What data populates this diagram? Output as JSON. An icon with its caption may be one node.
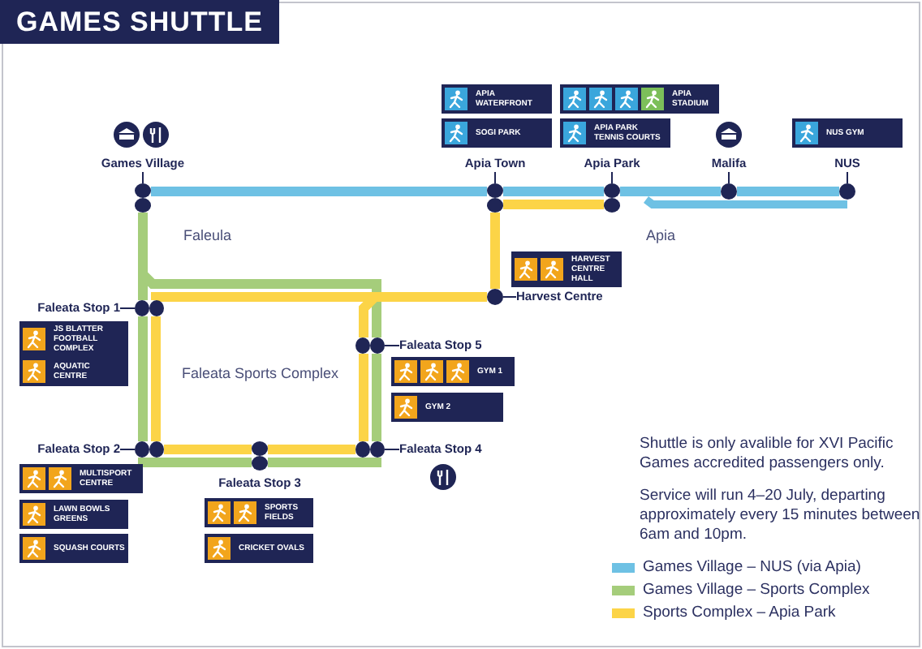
{
  "diagram": {
    "title": "GAMES SHUTTLE",
    "nodes": [
      {
        "text": [
          "Games Village"
        ]
      },
      {
        "text": [],
        "shape": "circle"
      },
      {
        "text": [
          "Apia Town"
        ]
      },
      {
        "text": [],
        "shape": "circle"
      },
      {
        "text": [
          "Apia Park"
        ]
      },
      {
        "text": [],
        "shape": "circle"
      },
      {
        "text": [
          "Malifa"
        ]
      },
      {
        "text": [],
        "shape": "circle"
      },
      {
        "text": [
          "NUS"
        ]
      },
      {
        "text": [],
        "shape": "circle"
      },
      {
        "text": [
          "Harvest Centre"
        ]
      },
      {
        "text": [],
        "shape": "circle"
      },
      {
        "text": [
          "Faleata Stop 1"
        ]
      },
      {
        "text": [],
        "shape": "circle"
      },
      {
        "text": [
          "Faleata Stop 5"
        ]
      },
      {
        "text": [],
        "shape": "circle"
      },
      {
        "text": [
          "Faleata Stop 2"
        ]
      },
      {
        "text": [],
        "shape": "circle"
      },
      {
        "text": [],
        "shape": "circle"
      },
      {
        "text": [
          "Faleata Stop 4"
        ]
      },
      {
        "text": [],
        "shape": "circle"
      },
      {
        "text": [
          "APIA WATERFRONT"
        ]
      },
      {
        "text": [
          "SOGI PARK"
        ]
      },
      {
        "text": [
          "APIA STADIUM"
        ]
      },
      {
        "text": [
          "APIA PARK TENNIS COURTS"
        ]
      },
      {
        "text": [
          "NUS GYM"
        ]
      },
      {
        "text": [
          "HARVEST CENTRE HALL"
        ]
      },
      {
        "text": [
          "JS BLATTER FOOTBALL COMPLEX"
        ]
      },
      {
        "text": [
          "AQUATIC CENTRE"
        ]
      },
      {
        "text": [
          "GYM 1"
        ]
      },
      {
        "text": [
          "GYM 2"
        ]
      },
      {
        "text": [
          "MULTISPORT CENTRE"
        ]
      },
      {
        "text": [
          "LAWN BOWLS GREENS"
        ]
      },
      {
        "text": [
          "SQUASH COURTS"
        ]
      },
      {
        "text": [
          "SPORTS FIELDS"
        ]
      },
      {
        "text": [
          "CRICKET OVALS"
        ]
      }
    ],
    "edges": [
      {
        "from": 0,
        "to": 1,
        "arrow": "none"
      },
      {
        "from": 2,
        "to": 3,
        "arrow": "none"
      },
      {
        "from": 4,
        "to": 5,
        "arrow": "none"
      },
      {
        "from": 6,
        "to": 7,
        "arrow": "none"
      },
      {
        "from": 8,
        "to": 9,
        "arrow": "none"
      },
      {
        "from": 10,
        "to": 11,
        "arrow": "none"
      },
      {
        "from": 12,
        "to": 13,
        "arrow": "none"
      },
      {
        "from": 14,
        "to": 15,
        "arrow": "none"
      },
      {
        "from": 16,
        "to": 17,
        "arrow": "none"
      },
      {
        "from": 19,
        "to": 20,
        "arrow": "none"
      },
      {
        "from": 1,
        "to": 3,
        "arrow": "none",
        "color": "#6ec1e4"
      },
      {
        "from": 3,
        "to": 5,
        "arrow": "none",
        "color": "#6ec1e4"
      },
      {
        "from": 5,
        "to": 7,
        "arrow": "none",
        "color": "#6ec1e4"
      },
      {
        "from": 7,
        "to": 9,
        "arrow": "none",
        "color": "#6ec1e4"
      },
      {
        "from": 1,
        "to": 13,
        "arrow": "none",
        "color": "#a5cd7b"
      },
      {
        "from": 13,
        "to": 17,
        "arrow": "none",
        "color": "#a5cd7b"
      },
      {
        "from": 17,
        "to": 18,
        "arrow": "none",
        "color": "#a5cd7b"
      },
      {
        "from": 18,
        "to": 20,
        "arrow": "none",
        "color": "#a5cd7b"
      },
      {
        "from": 20,
        "to": 15,
        "arrow": "none",
        "color": "#a5cd7b"
      },
      {
        "from": 15,
        "to": 1,
        "arrow": "none",
        "color": "#a5cd7b"
      },
      {
        "from": 5,
        "to": 3,
        "arrow": "none",
        "color": "#fcd447"
      },
      {
        "from": 3,
        "to": 11,
        "arrow": "none",
        "color": "#fcd447"
      },
      {
        "from": 11,
        "to": 13,
        "arrow": "none",
        "color": "#fcd447"
      },
      {
        "from": 13,
        "to": 17,
        "arrow": "none",
        "color": "#fcd447"
      },
      {
        "from": 17,
        "to": 18,
        "arrow": "none",
        "color": "#fcd447"
      },
      {
        "from": 18,
        "to": 20,
        "arrow": "none",
        "color": "#fcd447"
      },
      {
        "from": 20,
        "to": 15,
        "arrow": "none",
        "color": "#fcd447"
      },
      {
        "from": 15,
        "to": 11,
        "arrow": "none",
        "color": "#fcd447"
      }
    ],
    "labels": [
      "Faleula",
      "Apia",
      "Faleata Sports Complex",
      "Faleata Stop 3",
      "Shuttle is only avalible for XVI Pacific Games accredited passengers only.",
      "Service will run 4–20 July, departing approximately every 15 minutes between 6am and 10pm."
    ],
    "legend": [
      {
        "text": "Games Village – NUS (via Apia)",
        "color": "#6ec1e4"
      },
      {
        "text": "Games Village – Sports Complex",
        "color": "#a5cd7b"
      },
      {
        "text": "Sports Complex – Apia Park",
        "color": "#fcd447"
      }
    ]
  }
}
